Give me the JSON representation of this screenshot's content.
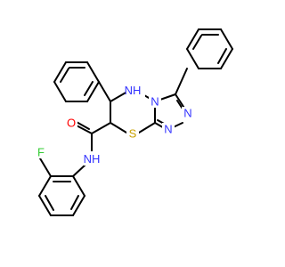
{
  "molecule": {
    "atoms": {
      "nh_ring": {
        "label": "N",
        "sub": "H"
      },
      "n_ring_bridge": {
        "label": "N"
      },
      "n_triazole_1": {
        "label": "N"
      },
      "n_triazole_2": {
        "label": "N"
      },
      "s_ring": {
        "label": "S"
      },
      "o_carbonyl": {
        "label": "O"
      },
      "n_amide": {
        "label": "N",
        "sub": "H"
      },
      "f_sub": {
        "label": "F"
      }
    },
    "colors": {
      "nitrogen": "#3333ff",
      "sulfur": "#c8a000",
      "oxygen": "#ff0000",
      "fluorine": "#33cc33",
      "bond": "#000000"
    }
  }
}
